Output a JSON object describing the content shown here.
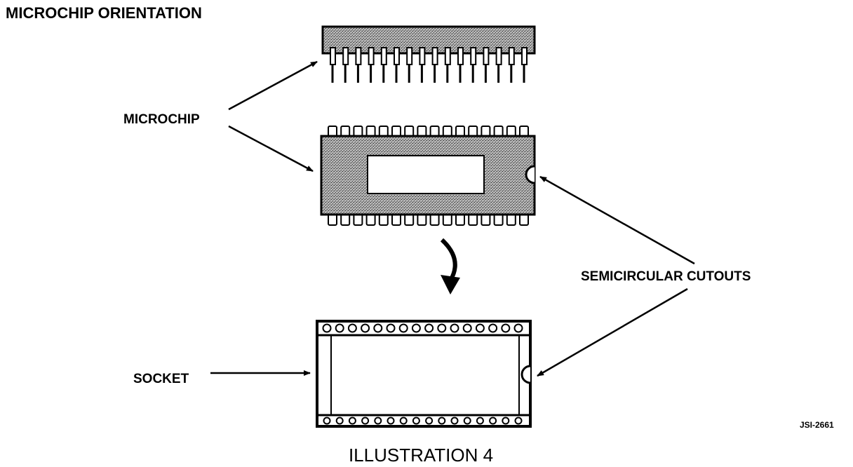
{
  "title": "MICROCHIP ORIENTATION",
  "labels": {
    "microchip": "MICROCHIP",
    "cutouts": "SEMICIRCULAR CUTOUTS",
    "socket": "SOCKET"
  },
  "reference_code": "JSI-2661",
  "caption": "ILLUSTRATION 4",
  "pin_count_per_side": 16
}
